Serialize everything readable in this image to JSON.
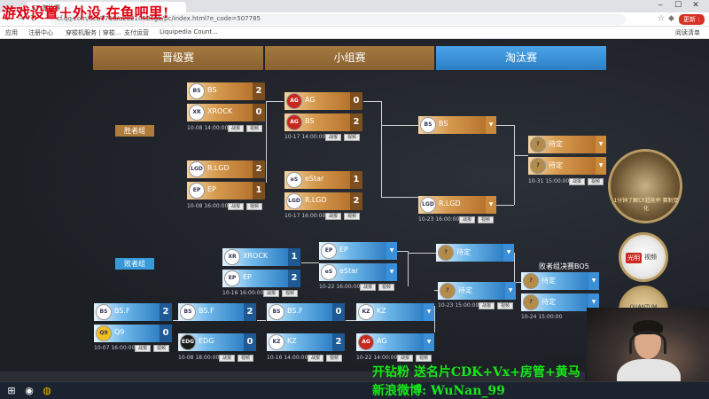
{
  "overlay": {
    "top": "游戏设置＋外设,在鱼吧里!",
    "bottom_line1": "开钻粉 送名片CDK+Vx+房管+黄马",
    "bottom_line2": "新浪微博: WuNan_99"
  },
  "browser": {
    "tab_title": "CF 淘汰赛",
    "url": "cf.qq.com/act/9716/a20210526gb/pc/index.html?e_code=507785",
    "update_label": "更新 :",
    "bookmarks": [
      "应用",
      "注册中心",
      "穿梭机服务 | 穿梭...",
      "支付运营",
      "Liquipedia Count..."
    ],
    "reading_list": "阅读清单"
  },
  "stages": {
    "promotion": "晋级赛",
    "group": "小组赛",
    "knockout": "淘汰赛"
  },
  "labels": {
    "winners": "胜者组",
    "losers": "败者组",
    "losers_final": "败者组决赛BO5",
    "vod": "战报",
    "video": "视频"
  },
  "matches": {
    "wb_r1_m1": {
      "t1": "BS",
      "s1": "2",
      "t2": "XROCK",
      "s2": "0",
      "time": "10-08 14:00:00"
    },
    "wb_r1_m2": {
      "t1": "R.LGD",
      "s1": "2",
      "t2": "EP",
      "s2": "1",
      "time": "10-08 16:00:00"
    },
    "wb_r2_m1": {
      "t1": "AG",
      "s1": "0",
      "t2": "BS",
      "s2": "2",
      "time": "10-17 14:00:00"
    },
    "wb_r2_m2": {
      "t1": "eStar",
      "s1": "1",
      "t2": "R.LGD",
      "s2": "2",
      "time": "10-17 16:00:00"
    },
    "wb_semi": {
      "t1": "BS",
      "t2": "R.LGD",
      "time": "10-23 16:00:00"
    },
    "wb_final": {
      "t1": "待定",
      "t2": "待定",
      "time": "10-31 15:00:00"
    },
    "lb_r1_m1": {
      "t1": "BS.F",
      "s1": "2",
      "t2": "Q9",
      "s2": "0",
      "time": "10-07 16:00:00"
    },
    "lb_r1_m2": {
      "t1": "BS.F",
      "s1": "2",
      "t2": "EDG",
      "s2": "0",
      "time": "10-08 18:00:00"
    },
    "lb_r2_m1": {
      "t1": "BS.F",
      "s1": "0",
      "t2": "KZ",
      "s2": "2",
      "time": "10-16 14:00:00"
    },
    "lb_r2_m2": {
      "t1": "XROCK",
      "s1": "1",
      "t2": "EP",
      "s2": "2",
      "time": "10-16 16:00:00"
    },
    "lb_r3_m1": {
      "t1": "KZ",
      "t2": "AG",
      "time": "10-22 14:00:00"
    },
    "lb_r3_m2": {
      "t1": "EP",
      "t2": "eStar",
      "time": "10-22 16:00:00"
    },
    "lb_r4": {
      "t1": "待定",
      "t2": "待定",
      "time": "10-23 15:00:00"
    },
    "lb_final": {
      "t1": "待定",
      "t2": "待定",
      "time": "10-24 15:00:00"
    }
  },
  "posters": {
    "top": "1分钟了解CF超能杯 赛制变化",
    "mid_badge": "光明",
    "mid_text": "视频",
    "bot": "QUANTUM"
  },
  "colors": {
    "winners_row": "#d59a4e",
    "losers_row": "#3b8fd8",
    "stage_active": "#4ba3e8",
    "stage_inactive": "#a5793f",
    "overlay_red": "#e00010",
    "overlay_green": "#17e817"
  },
  "taskbar": {
    "icons": [
      "windows-start-icon",
      "search-icon",
      "chrome-icon"
    ]
  }
}
